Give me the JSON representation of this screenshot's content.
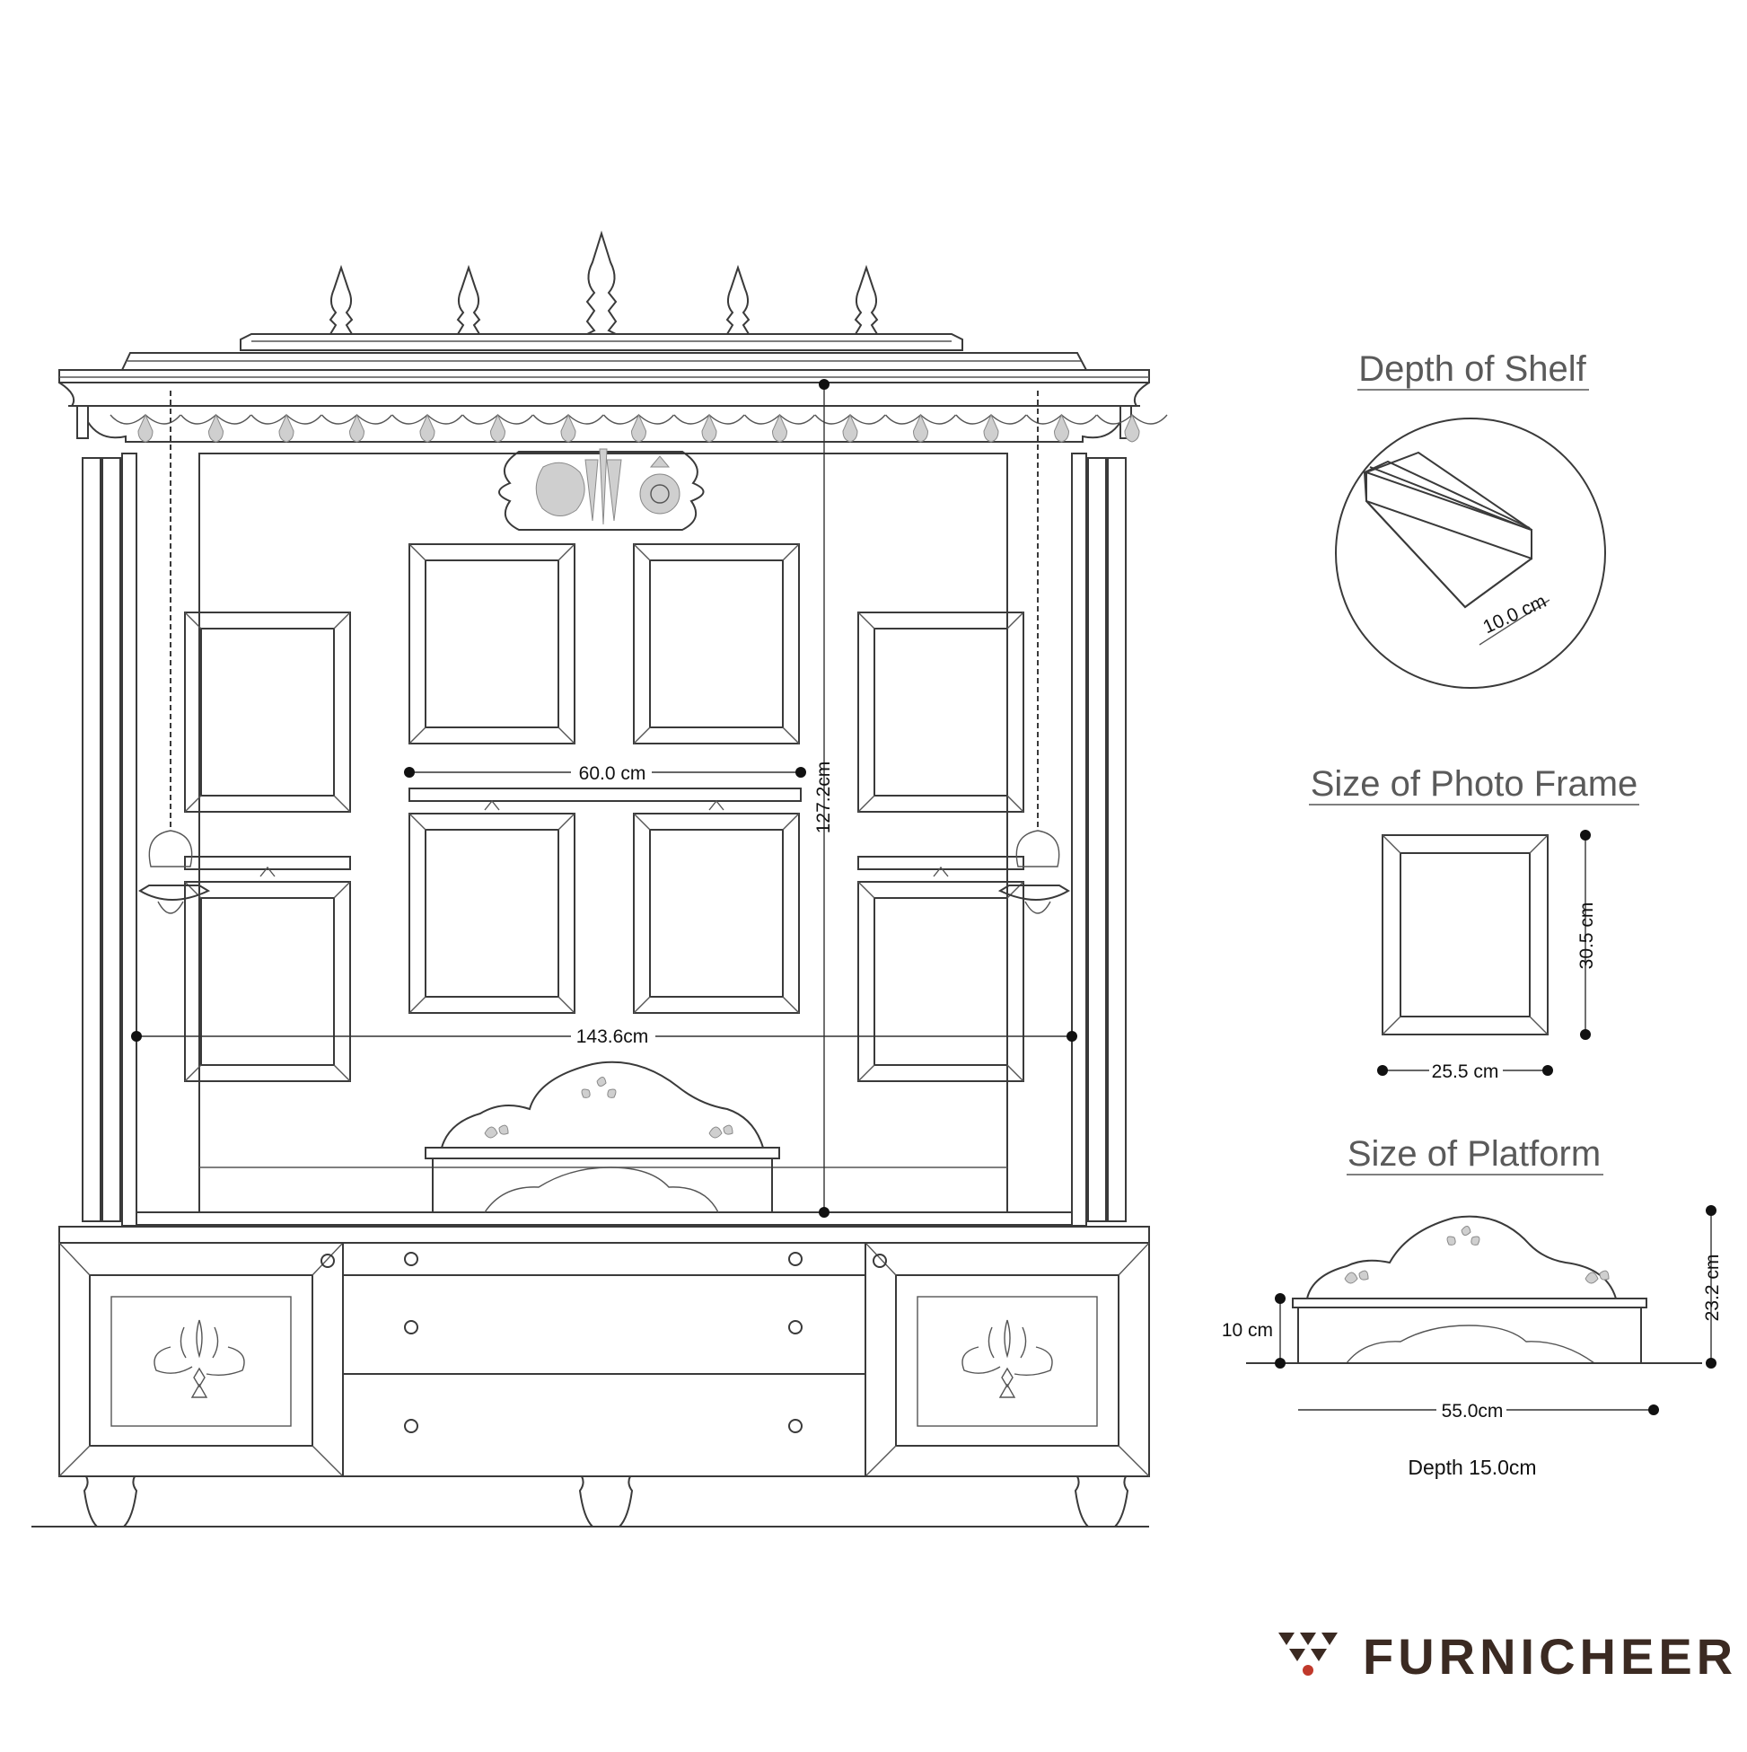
{
  "main": {
    "width_label": "143.6cm",
    "height_label": "127.2cm",
    "shelf_width_label": "60.0 cm"
  },
  "shelf_depth": {
    "title": "Depth of Shelf",
    "depth_label": "10.0 cm"
  },
  "photo_frame": {
    "title": "Size of Photo Frame",
    "height_label": "30.5 cm",
    "width_label": "25.5 cm"
  },
  "platform": {
    "title": "Size of Platform",
    "base_height_label": "10 cm",
    "total_height_label": "23.2 cm",
    "width_label": "55.0cm",
    "depth_label": "Depth 15.0cm"
  },
  "brand": {
    "name": "FURNICHEER",
    "color": "#3b2a22",
    "accent": "#c0392b",
    "logo_icon": "triangle-tree-logo-icon"
  }
}
